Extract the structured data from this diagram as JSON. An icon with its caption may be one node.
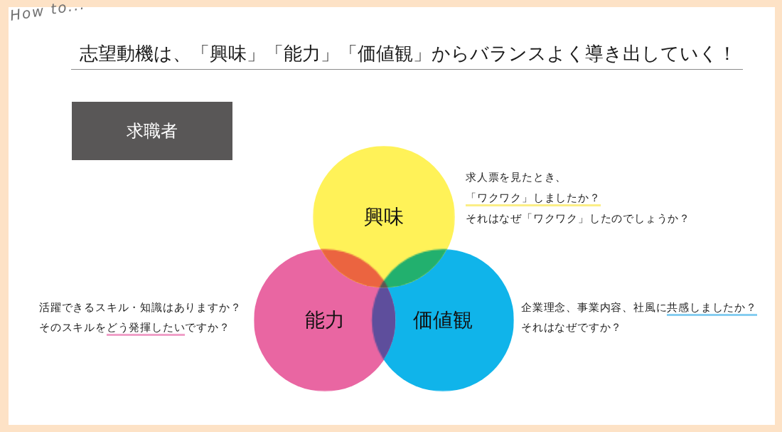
{
  "diagram": {
    "title": "志望動機は、「興味」「能力」「価値観」からバランスよく導き出していく！",
    "nodes": [
      {
        "text": [
          "求職者"
        ]
      },
      {
        "text": [
          "興味"
        ],
        "beside": [
          "求人票を見たとき、「ワクワク」しましたか？それはなぜ「ワクワク」したのでしょうか？"
        ]
      },
      {
        "text": [
          "能力"
        ],
        "beside": [
          "活躍できるスキル・知識はありますか？そのスキルをどう発揮したいですか？"
        ]
      },
      {
        "text": [
          "価値観"
        ],
        "beside": [
          "企業理念、事業内容、社風に共感しましたか？それはなぜですか？"
        ]
      }
    ],
    "labels": [
      "How to..."
    ]
  }
}
